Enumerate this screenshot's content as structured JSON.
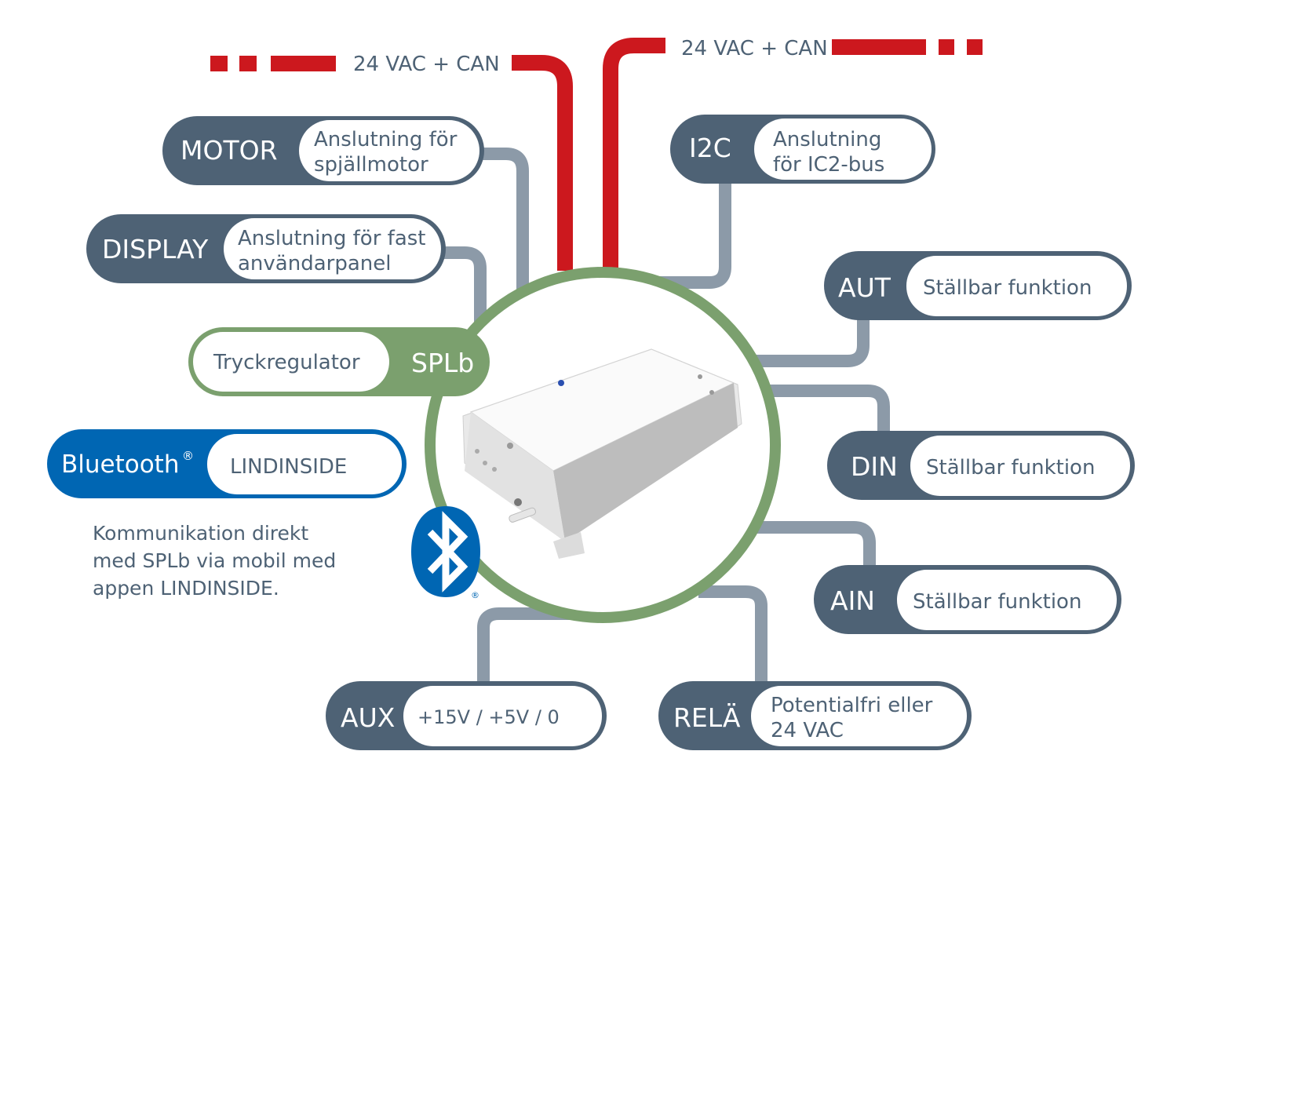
{
  "colors": {
    "slate": "#4e6275",
    "wire_gray": "#8c9aa8",
    "power_red": "#cc181e",
    "green": "#7ba06e",
    "bluetooth_blue": "#0066b3",
    "white": "#ffffff"
  },
  "power": {
    "left_label": "24 VAC + CAN",
    "right_label": "24 VAC + CAN"
  },
  "device": {
    "name": "SPLb",
    "description": "Tryckregulator",
    "icon": "pressure-controller-device"
  },
  "connectors": {
    "motor": {
      "code": "MOTOR",
      "desc_line1": "Anslutning för",
      "desc_line2": "spjällmotor"
    },
    "display": {
      "code": "DISPLAY",
      "desc_line1": "Anslutning för fast",
      "desc_line2": "användarpanel"
    },
    "i2c": {
      "code": "I2C",
      "desc_line1": "Anslutning",
      "desc_line2": "för IC2-bus"
    },
    "aut": {
      "code": "AUT",
      "desc": "Ställbar funktion"
    },
    "din": {
      "code": "DIN",
      "desc": "Ställbar funktion"
    },
    "ain": {
      "code": "AIN",
      "desc": "Ställbar funktion"
    },
    "aux": {
      "code": "AUX",
      "desc": "+15V / +5V / 0"
    },
    "rela": {
      "code": "RELÄ",
      "desc_line1": "Potentialfri eller",
      "desc_line2": "24 VAC"
    }
  },
  "bluetooth": {
    "label": "Bluetooth",
    "registered": "®",
    "app_name": "LINDINSIDE",
    "note_line1": "Kommunikation direkt",
    "note_line2": "med SPLb via mobil med",
    "note_line3": "appen LINDINSIDE.",
    "icon": "bluetooth-logo"
  }
}
